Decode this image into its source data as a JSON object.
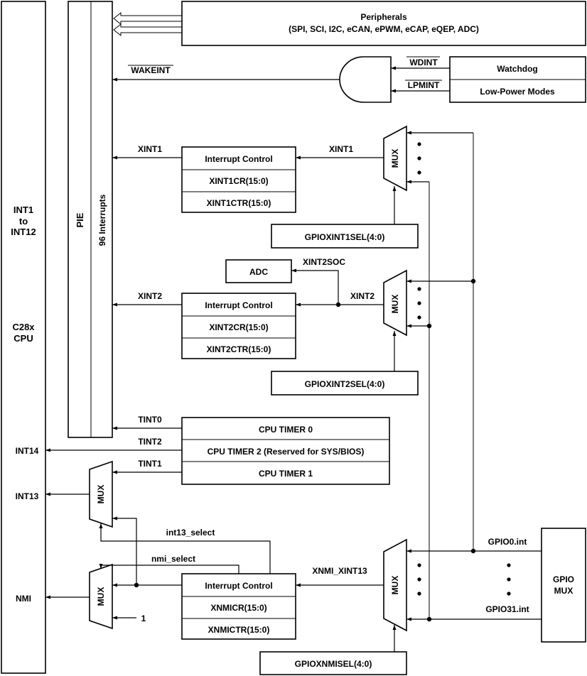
{
  "cpu": {
    "line1": "C28x",
    "line2": "CPU",
    "int_range": [
      "INT1",
      "to",
      "INT12"
    ],
    "int14": "INT14",
    "int13": "INT13",
    "nmi": "NMI"
  },
  "pie": {
    "label": "PIE",
    "interrupts": "96 Interrupts"
  },
  "peripherals": {
    "title": "Peripherals",
    "list": "(SPI, SCI, I2C, eCAN, ePWM, eCAP, eQEP, ADC)"
  },
  "wake": {
    "wakeint": "WAKEINT",
    "wdint": "WDINT",
    "lpmint": "LPMINT",
    "watchdog": "Watchdog",
    "lowpower": "Low-Power Modes"
  },
  "xint1": {
    "signal": "XINT1",
    "rows": [
      "Interrupt Control",
      "XINT1CR(15:0)",
      "XINT1CTR(15:0)"
    ],
    "sel": "GPIOXINT1SEL(4:0)"
  },
  "xint2": {
    "signal": "XINT2",
    "soc": "XINT2SOC",
    "adc": "ADC",
    "rows": [
      "Interrupt Control",
      "XINT2CR(15:0)",
      "XINT2CTR(15:0)"
    ],
    "sel": "GPIOXINT2SEL(4:0)"
  },
  "timers": {
    "tint0": "TINT0",
    "tint2": "TINT2",
    "tint1": "TINT1",
    "rows": [
      "CPU TIMER 0",
      "CPU TIMER 2 (Reserved for SYS/BIOS)",
      "CPU TIMER 1"
    ]
  },
  "nmi": {
    "int13_select": "int13_select",
    "nmi_select": "nmi_select",
    "one": "1",
    "signal": "XNMI_XINT13",
    "rows": [
      "Interrupt Control",
      "XNMICR(15:0)",
      "XNMICTR(15:0)"
    ],
    "sel": "GPIOXNMISEL(4:0)"
  },
  "gpio": {
    "line1": "GPIO",
    "line2": "MUX",
    "gpio0": "GPIO0.int",
    "gpio31": "GPIO31.int"
  },
  "mux_label": "MUX"
}
